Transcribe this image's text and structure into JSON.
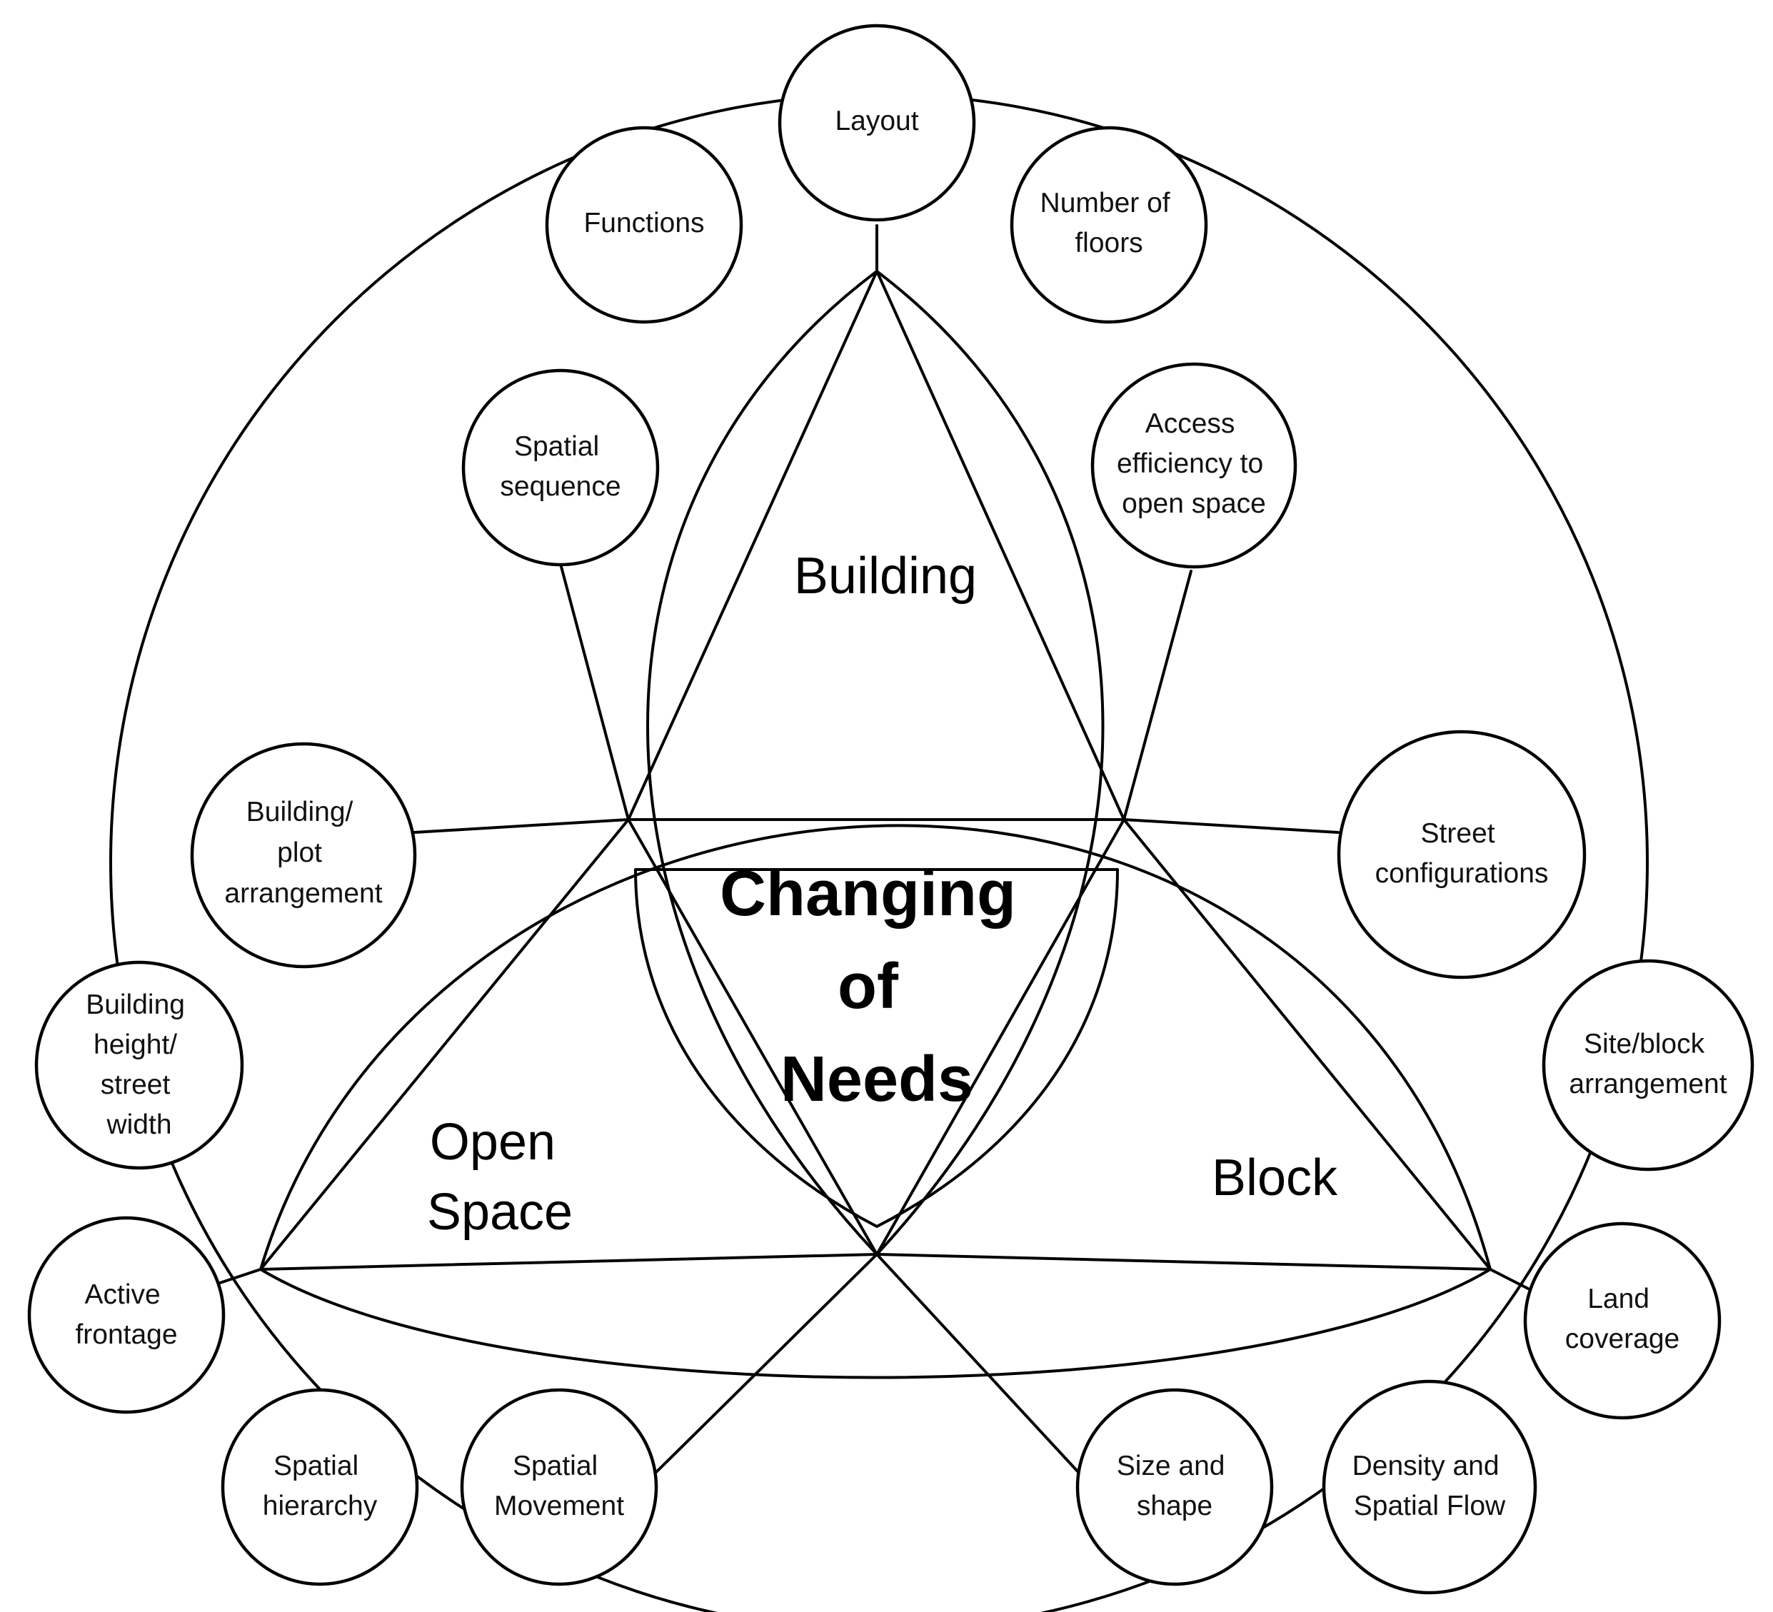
{
  "diagram": {
    "center_label": [
      "Changing",
      "of",
      "Needs"
    ],
    "regions": {
      "building": [
        "Building"
      ],
      "open_space": [
        "Open",
        "Space"
      ],
      "block": [
        "Block"
      ]
    },
    "nodes": {
      "layout": [
        "Layout"
      ],
      "functions": [
        "Functions"
      ],
      "number_of_floors": [
        "Number of",
        "floors"
      ],
      "spatial_sequence": [
        "Spatial",
        "sequence"
      ],
      "access_efficiency": [
        "Access",
        "efficiency to",
        "open space"
      ],
      "building_plot_arrangement": [
        "Building/",
        "plot",
        "arrangement"
      ],
      "building_height_street_width": [
        "Building",
        "height/",
        "street",
        "width"
      ],
      "active_frontage": [
        "Active",
        "frontage"
      ],
      "spatial_hierarchy": [
        "Spatial",
        "hierarchy"
      ],
      "spatial_movement": [
        "Spatial",
        "Movement"
      ],
      "street_configurations": [
        "Street",
        "configurations"
      ],
      "site_block_arrangement": [
        "Site/block",
        "arrangement"
      ],
      "land_coverage": [
        "Land",
        "coverage"
      ],
      "size_and_shape": [
        "Size and",
        "shape"
      ],
      "density_spatial_flow": [
        "Density and",
        "Spatial Flow"
      ]
    }
  }
}
